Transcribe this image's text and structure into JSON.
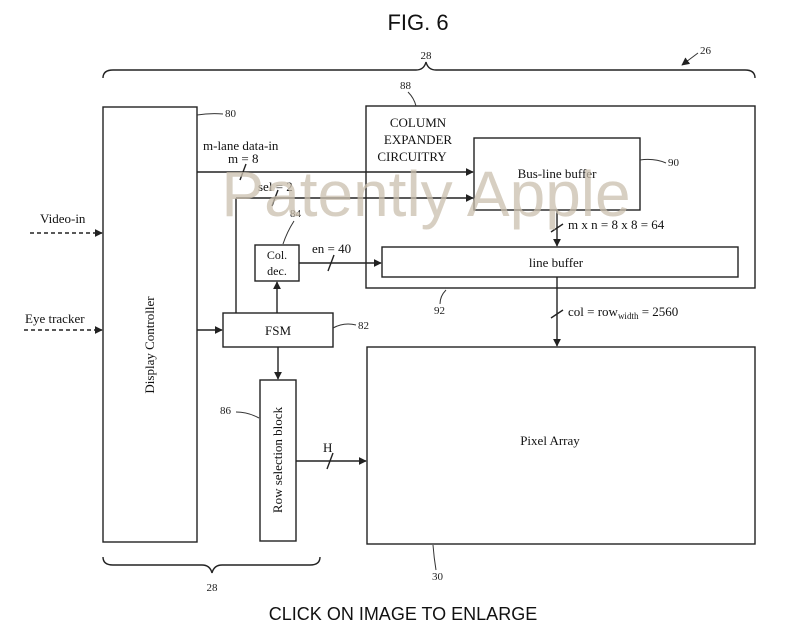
{
  "figure": {
    "title": "FIG. 6",
    "footer_link": "CLICK ON IMAGE TO ENLARGE",
    "watermark": "Patently Apple"
  },
  "inputs": {
    "video_in": "Video-in",
    "eye_tracker": "Eye tracker"
  },
  "blocks": {
    "display_controller": "Display Controller",
    "column_expander_line1": "COLUMN",
    "column_expander_line2": "EXPANDER",
    "column_expander_line3": "CIRCUITRY",
    "bus_line_buffer": "Bus-line buffer",
    "line_buffer": "line buffer",
    "col_dec_line1": "Col.",
    "col_dec_line2": "dec.",
    "fsm": "FSM",
    "row_selection_block": "Row selection block",
    "pixel_array": "Pixel Array"
  },
  "signals": {
    "m_lane_data_in": "m-lane data-in",
    "m_equals": "m = 8",
    "sel": "sel = 2",
    "en": "en = 40",
    "m_x_n": "m x n = 8 x 8 = 64",
    "col_prefix": "col = row",
    "col_subscript": "width",
    "col_suffix": " = 2560",
    "h": "H"
  },
  "references": {
    "r26": "26",
    "r28_top": "28",
    "r28_bottom": "28",
    "r30": "30",
    "r80": "80",
    "r82": "82",
    "r84": "84",
    "r86": "86",
    "r88": "88",
    "r90": "90",
    "r92": "92"
  },
  "colors": {
    "ink": "#222222",
    "watermark": "#c9bfae"
  }
}
